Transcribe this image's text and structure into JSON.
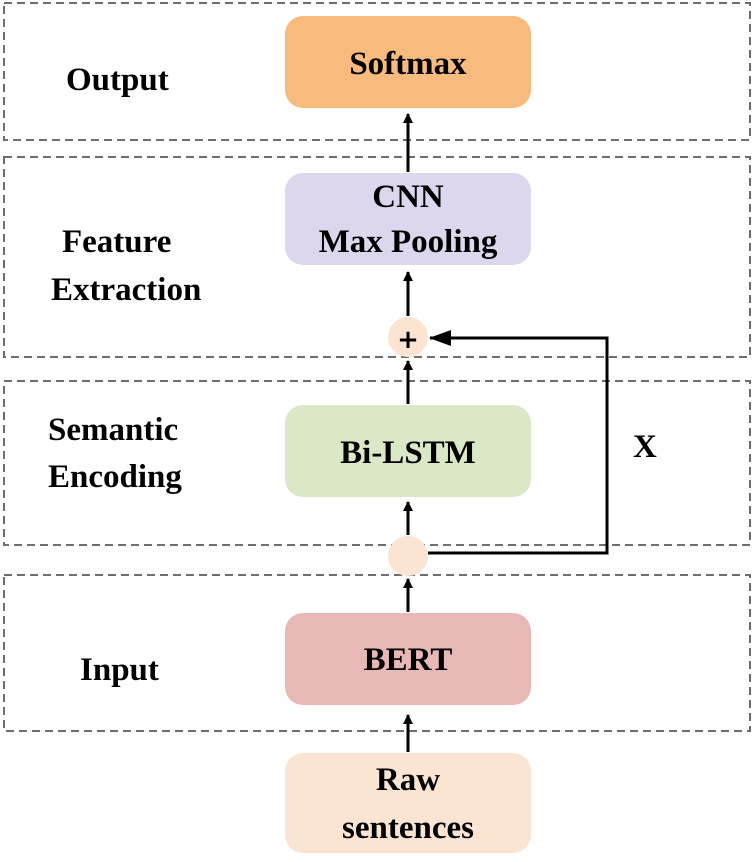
{
  "layers": {
    "output": "Output",
    "feature_line1": "Feature",
    "feature_line2": "Extraction",
    "semantic_line1": "Semantic",
    "semantic_line2": "Encoding",
    "input": "Input"
  },
  "blocks": {
    "softmax": "Softmax",
    "cnn_line1": "CNN",
    "cnn_line2": "Max Pooling",
    "bilstm": "Bi-LSTM",
    "bert": "BERT",
    "raw_line1": "Raw",
    "raw_line2": "sentences"
  },
  "symbols": {
    "plus": "+",
    "skip_label": "X"
  },
  "colors": {
    "softmax": "#f7bb7d",
    "cnn": "#dcd7ec",
    "bilstm": "#dbe8c7",
    "bert": "#e8b8b6",
    "raw": "#fbe5d2",
    "node": "#fbe5d2"
  }
}
